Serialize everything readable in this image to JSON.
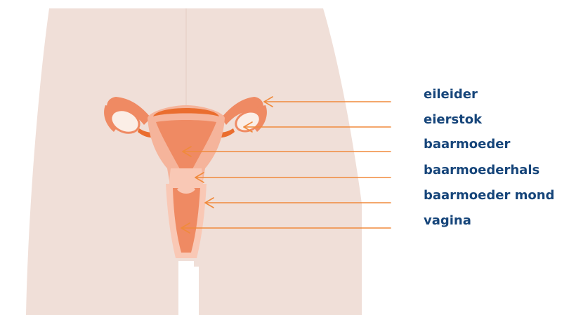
{
  "colors": {
    "body": "#f0dfd8",
    "organ": "#ef8a63",
    "organ_light": "#f5b49b",
    "organ_pale": "#f9c8b5",
    "organ_dark": "#ea6d2e",
    "ovary": "#fbeee6",
    "arrow": "#f08a3c",
    "label": "#16457a"
  },
  "labels": [
    {
      "id": "eileider",
      "text": "eileider"
    },
    {
      "id": "eierstok",
      "text": "eierstok"
    },
    {
      "id": "baarmoeder",
      "text": "baarmoeder"
    },
    {
      "id": "baarmoederhals",
      "text": "baarmoederhals"
    },
    {
      "id": "baarmoeder-mond",
      "text": "baarmoeder mond"
    },
    {
      "id": "vagina",
      "text": "vagina"
    }
  ]
}
